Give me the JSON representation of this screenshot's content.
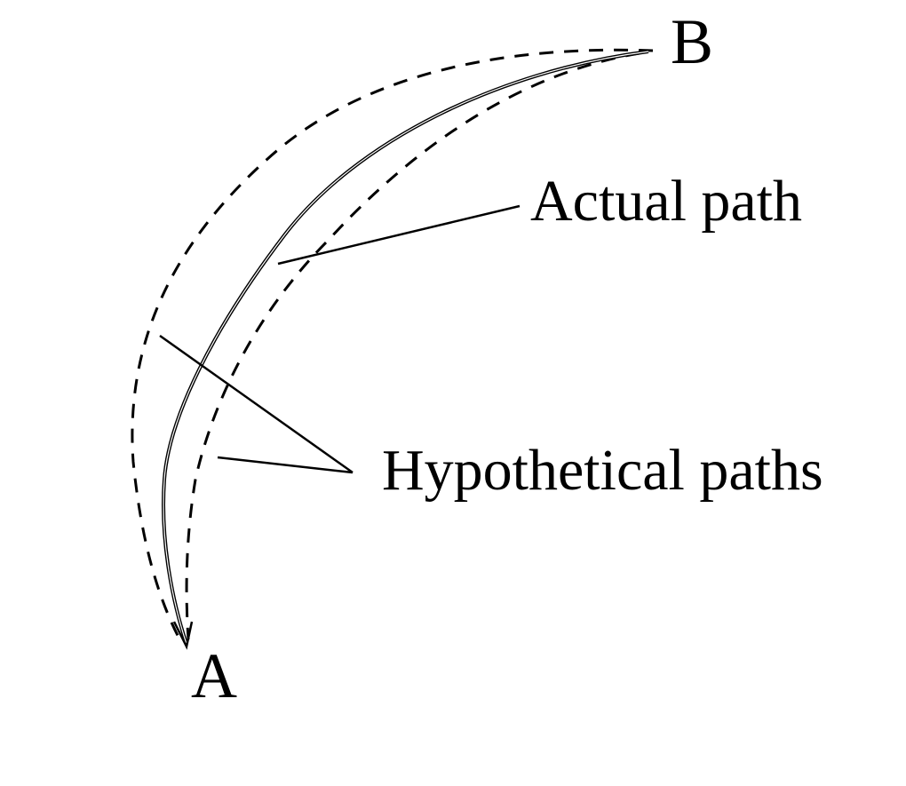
{
  "points": {
    "start": "B",
    "end": "A"
  },
  "labels": {
    "actual": "Actual path",
    "hypothetical": "Hypothetical paths"
  },
  "colors": {
    "ink": "#000000",
    "background": "#ffffff"
  }
}
